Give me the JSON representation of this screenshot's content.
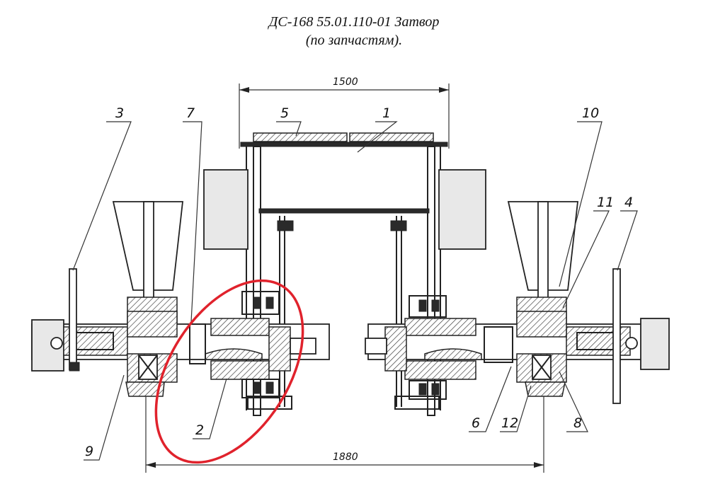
{
  "title": {
    "line1": "ДС-168 55.01.110-01 Затвор",
    "line2": "(по запчастям)."
  },
  "dimensions": {
    "top": "1500",
    "bottom": "1880"
  },
  "callouts": [
    "1",
    "2",
    "3",
    "4",
    "5",
    "6",
    "7",
    "8",
    "9",
    "10",
    "11",
    "12"
  ],
  "highlight": {
    "color": "#e0222c",
    "target": "2"
  }
}
